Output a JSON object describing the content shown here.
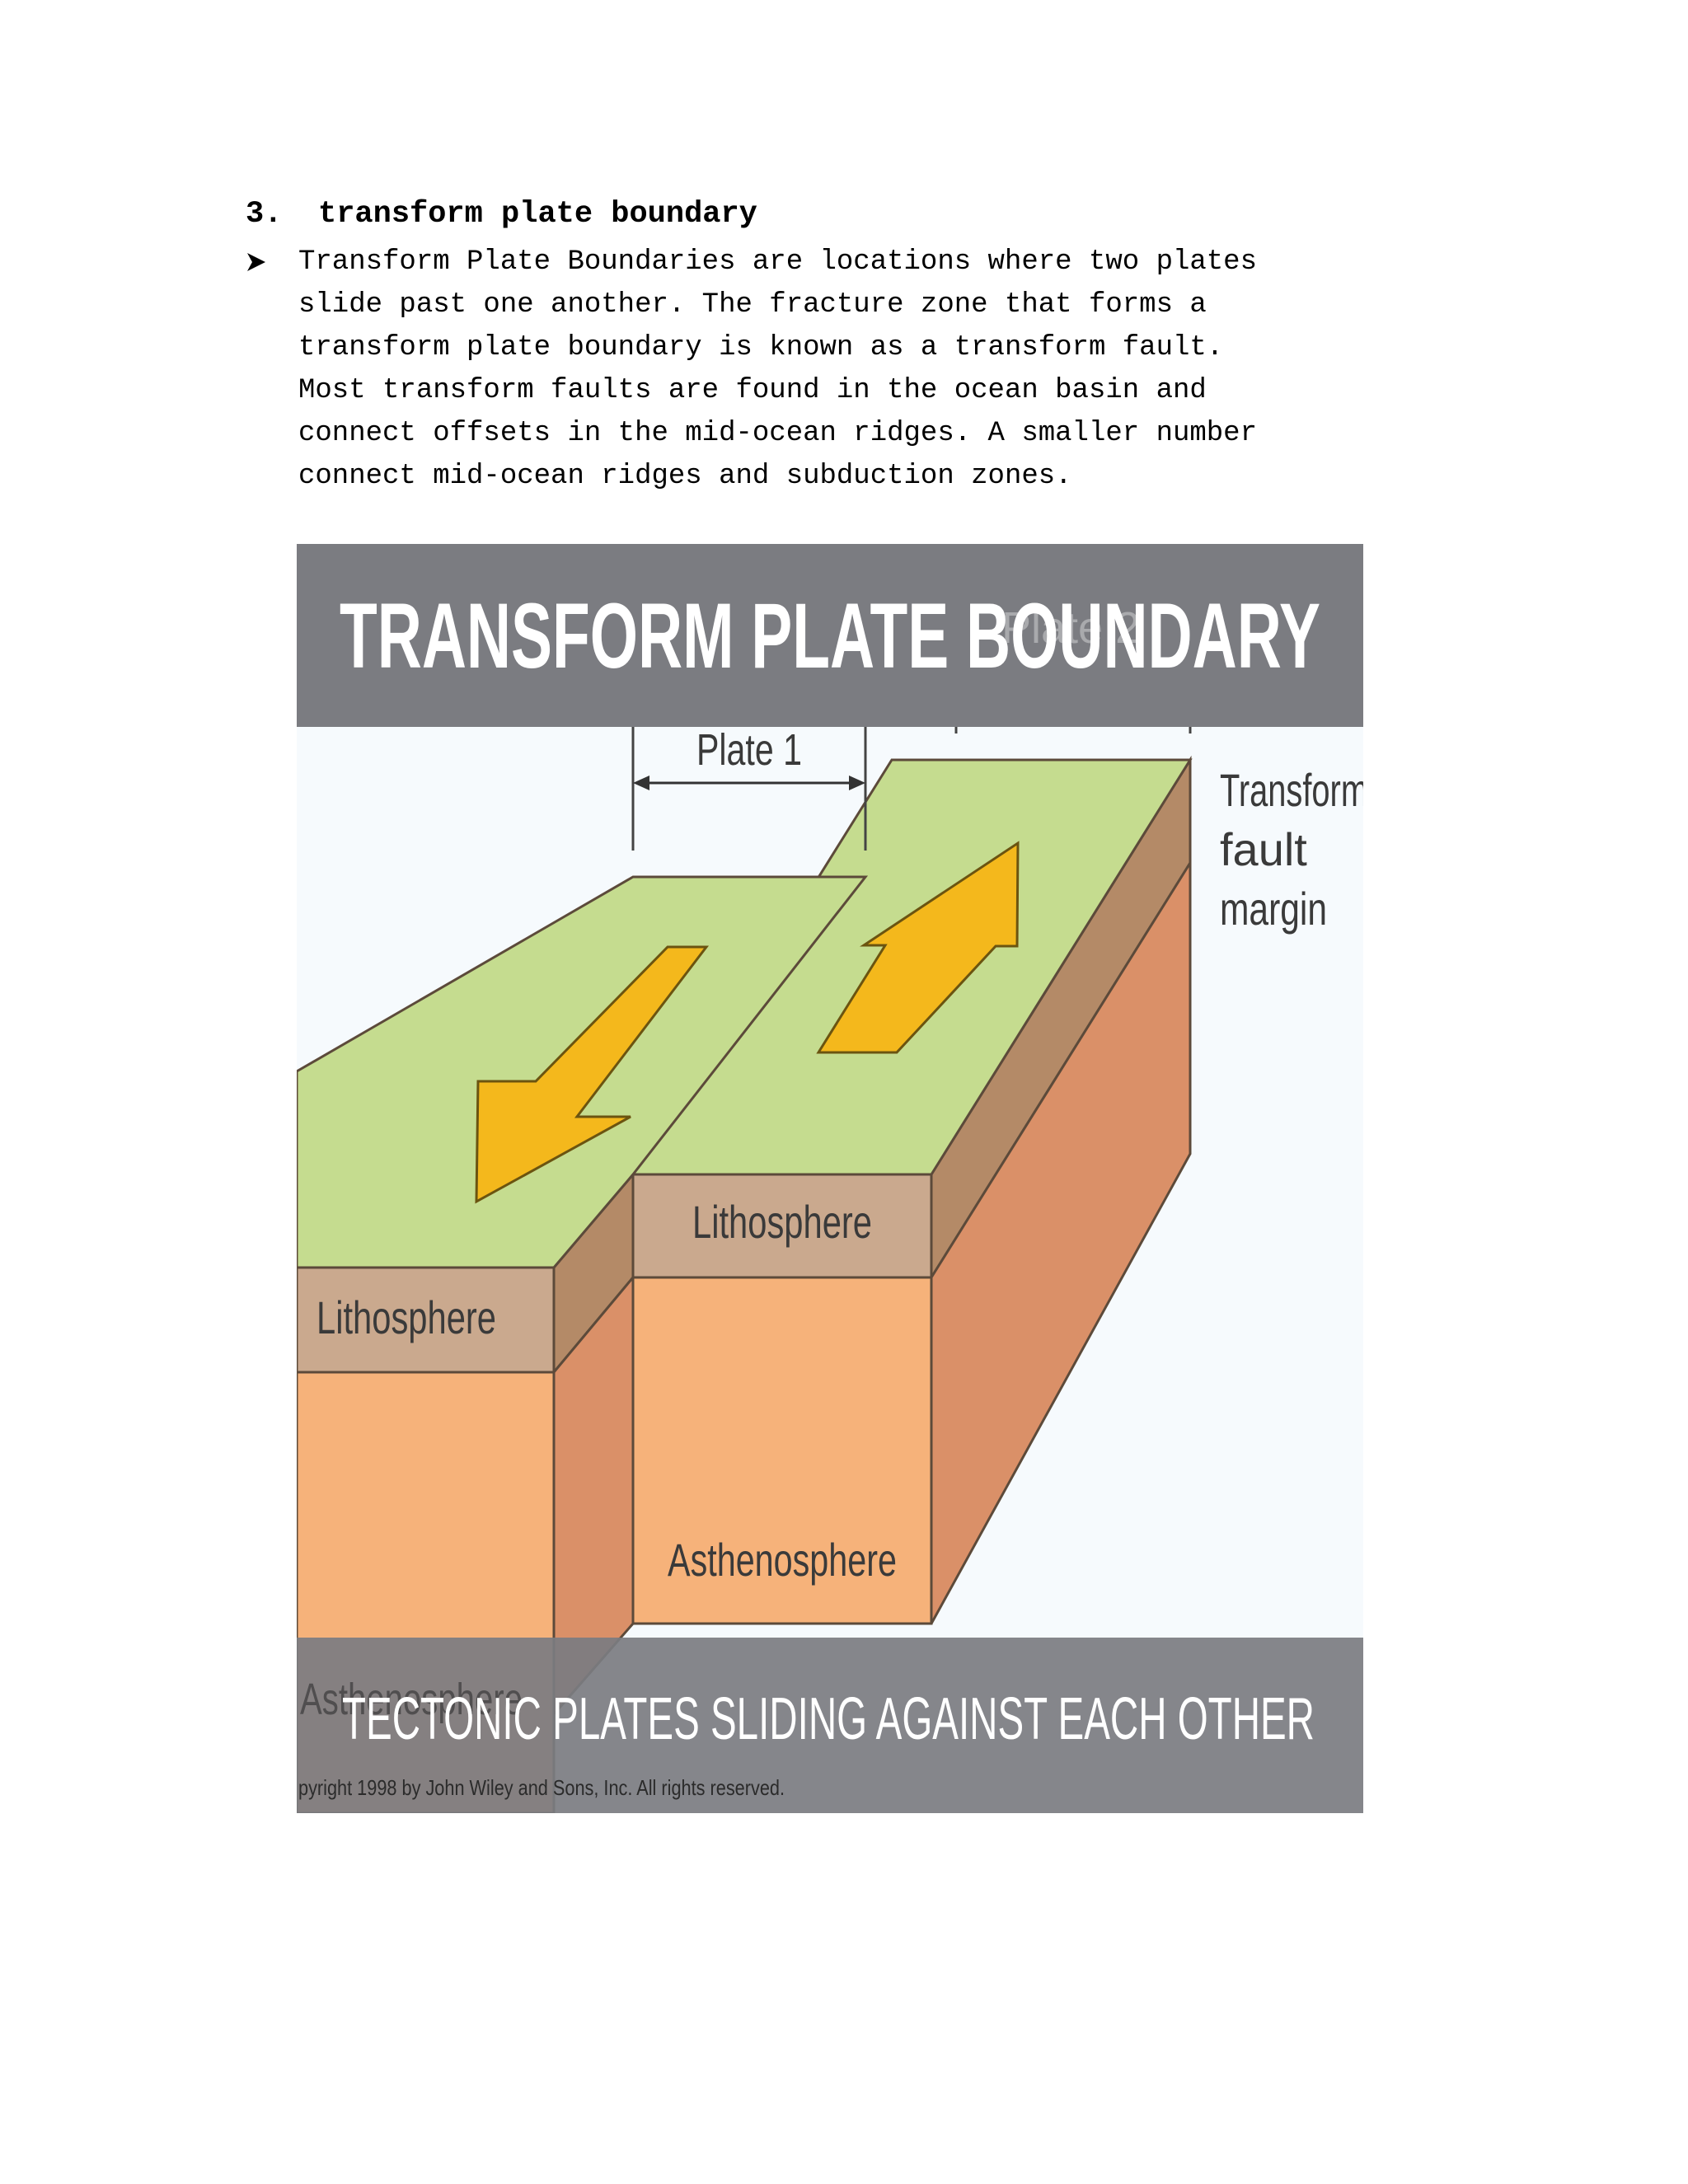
{
  "heading": {
    "number": "3.",
    "title": "transform plate boundary"
  },
  "bullet": {
    "marker_icon": "arrowhead-bullet-icon",
    "lines": [
      "Transform Plate Boundaries are locations where two plates",
      "slide past one another. The fracture zone that forms a",
      "transform plate boundary is known as a transform fault.",
      "Most transform faults are found in the ocean basin and",
      "connect offsets in the mid-ocean ridges. A smaller number",
      "connect mid-ocean ridges and subduction zones."
    ]
  },
  "figure": {
    "banner_title": "TRANSFORM PLATE BOUNDARY",
    "plate1_label": "Plate 1",
    "plate2_label": "Plate 2",
    "transform_label": [
      "Transform",
      "fault",
      "margin"
    ],
    "lithosphere_back": "Lithosphere",
    "lithosphere_front": "Lithosphere",
    "asthenosphere_back": "Asthenosphere",
    "asthenosphere_front": "Asthenosphere",
    "footer_caption": "TECTONIC PLATES SLIDING AGAINST EACH OTHER",
    "copyright": "pyright 1998 by John Wiley and Sons, Inc.  All rights reserved.",
    "colors": {
      "plate_top": "#c5dc8f",
      "lithosphere": "#caa98e",
      "lithosphere_side": "#b48a67",
      "asthenosphere": "#f6b27a",
      "asthenosphere_side": "#da9068",
      "arrow": "#f4b81c",
      "banner": "#7b7c81"
    }
  }
}
